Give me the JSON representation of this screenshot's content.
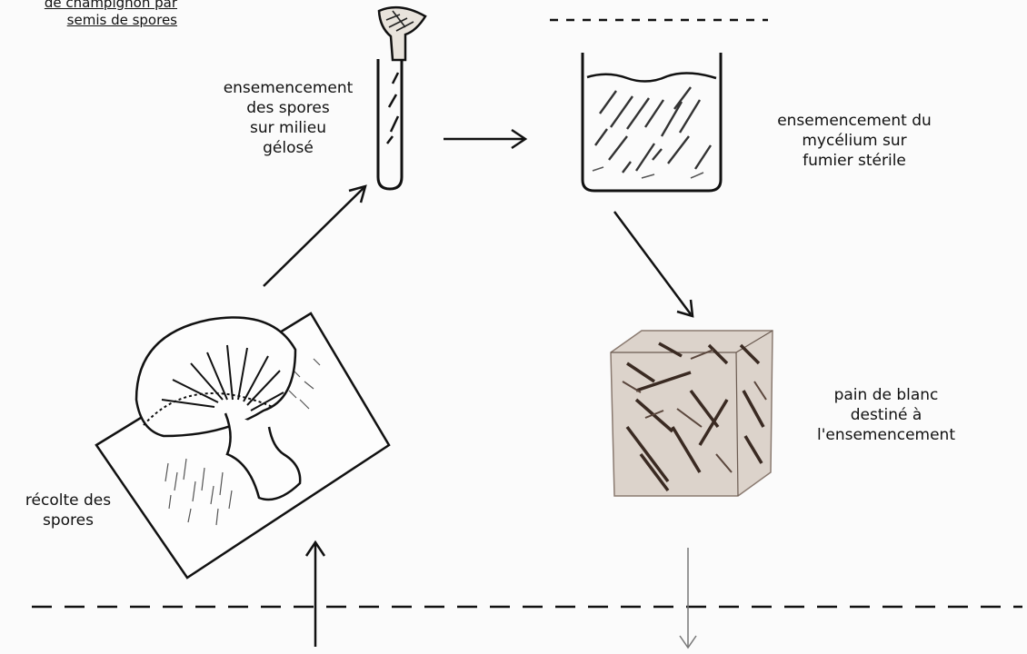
{
  "title": {
    "line1": "de champignon par",
    "line2": "semis de spores"
  },
  "labels": {
    "agar": [
      "ensemencement",
      "des spores",
      "sur milieu",
      "gélosé"
    ],
    "manure": [
      "ensemencement du",
      "mycélium sur",
      "fumier stérile"
    ],
    "spawn": [
      "pain de blanc",
      "destiné à",
      "l'ensemencement"
    ],
    "harvest": [
      "récolte des",
      "spores"
    ]
  },
  "colors": {
    "ink": "#111111",
    "paper": "#fbfbfb",
    "faint": "#777777",
    "spawn_dark": "#3a2a22"
  }
}
